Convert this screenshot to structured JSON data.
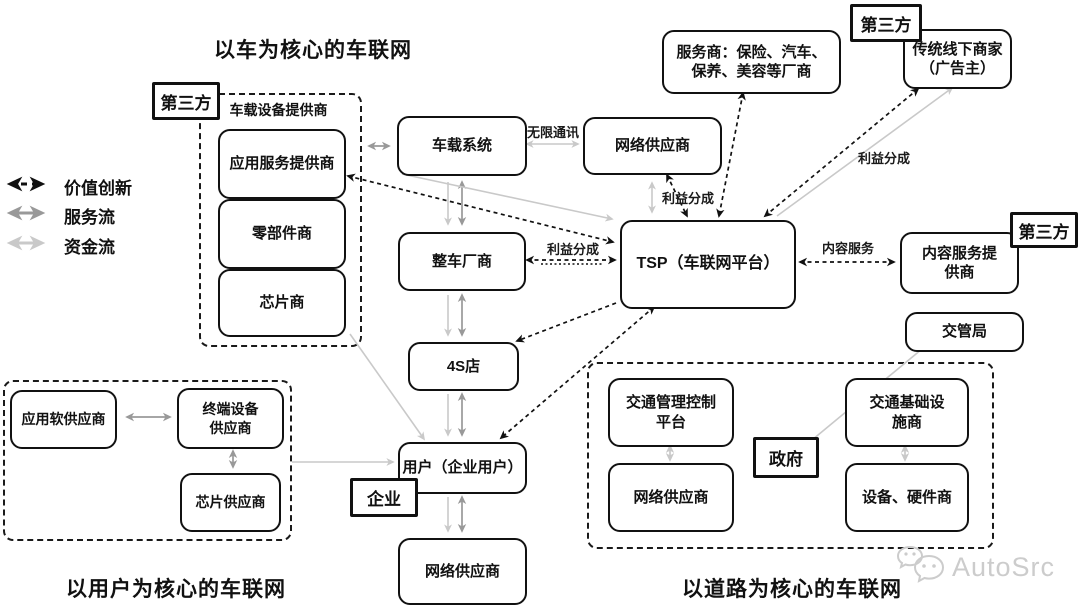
{
  "titles": {
    "car": "以车为核心的车联网",
    "user": "以用户为核心的车联网",
    "road": "以道路为核心的车联网"
  },
  "legend": {
    "value_innovation": "价值创新",
    "service_flow": "服务流",
    "capital_flow": "资金流"
  },
  "tags": {
    "third_party": "第三方",
    "enterprise": "企业",
    "government": "政府"
  },
  "edge_labels": {
    "wireless": "无限通讯",
    "profit_share": "利益分成",
    "content_service": "内容服务"
  },
  "nodes": {
    "vehicle_device_provider_group": "车载设备提供商",
    "app_service_provider": "应用服务提供商",
    "parts_vendor": "零部件商",
    "chip_vendor": "芯片商",
    "vehicle_system": "车载系统",
    "network_provider_top": "网络供应商",
    "service_merchants_line1": "服务商：保险、汽车、",
    "service_merchants_line2": "保养、美容等厂商",
    "offline_merchants_line1": "传统线下商家",
    "offline_merchants_line2": "（广告主）",
    "tsp": "TSP（车联网平台）",
    "content_provider_line1": "内容服务提",
    "content_provider_line2": "供商",
    "oem": "整车厂商",
    "s4_store": "4S店",
    "user": "用户（企业用户）",
    "network_provider_bottom": "网络供应商",
    "app_soft_provider": "应用软供应商",
    "terminal_supplier_line1": "终端设备",
    "terminal_supplier_line2": "供应商",
    "chip_supplier": "芯片供应商",
    "traffic_bureau": "交管局",
    "traffic_mgmt_line1": "交通管理控制",
    "traffic_mgmt_line2": "平台",
    "network_provider_road": "网络供应商",
    "traffic_infra_line1": "交通基础设",
    "traffic_infra_line2": "施商",
    "hardware_vendor": "设备、硬件商"
  },
  "watermark": {
    "brand": "AutoSrc"
  },
  "colors": {
    "line_black": "#111111",
    "line_gray": "#999999",
    "line_light": "#c9c9c9",
    "watermark": "#cccccc"
  }
}
